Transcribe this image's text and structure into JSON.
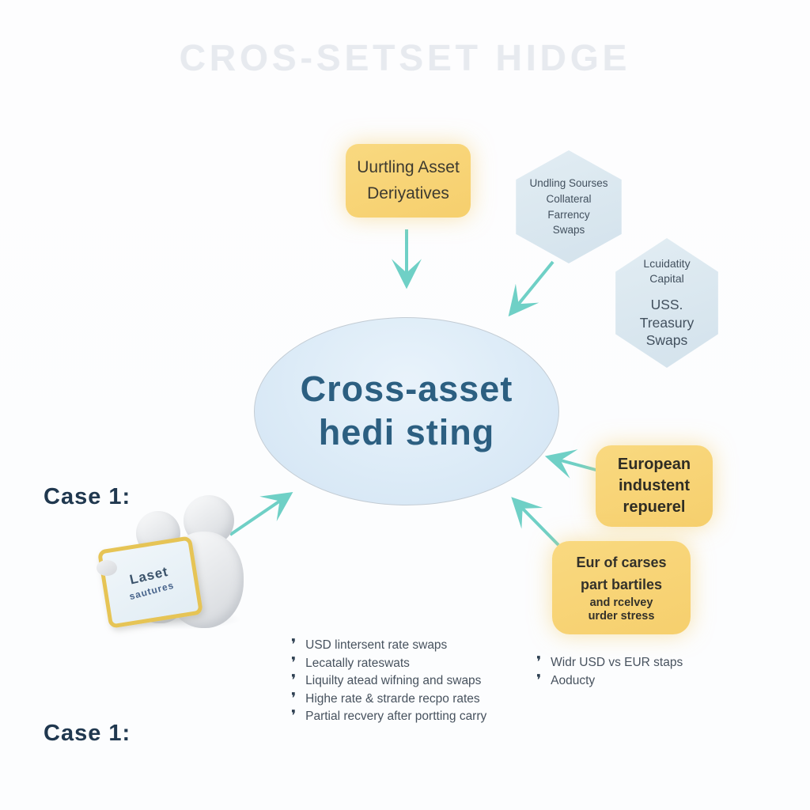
{
  "title": "CROS-SETSET HIDGE",
  "colors": {
    "accent_teal": "#6fd0c6",
    "node_yellow": "#f7d173",
    "hex_blue": "#d9e6ee",
    "ellipse_blue": "#dcebf7",
    "navy_label": "#20384f",
    "list_text": "#47525e",
    "center_text": "#2c5f81"
  },
  "glyphs": {
    "bullet": "❜"
  },
  "nodes": {
    "top_box": {
      "line1": "Uurtling Asset",
      "line2": "Deriyatives"
    },
    "hex_collateral": {
      "lines": [
        "Undling Sourses",
        "Collateral",
        "Farrency",
        "Swaps"
      ]
    },
    "hex_treasury": {
      "top_lines": [
        "Lcuidatity",
        "Capital"
      ],
      "bottom_lines": [
        "USS.",
        "Treasury",
        "Swaps"
      ]
    },
    "center_ellipse": {
      "line1": "Cross-asset",
      "line2": "hedi sting"
    },
    "european_box": {
      "lines": [
        "European",
        "industent",
        "repuerel"
      ]
    },
    "stress_box": {
      "lines": [
        "Eur of carses",
        "part bartiles",
        "and rcelvey",
        "urder stress"
      ]
    }
  },
  "labels": {
    "case1_top": "Case 1:",
    "case1_bottom": "Case 1:"
  },
  "figure_sign": {
    "line1": "Laset",
    "line2": "sautures"
  },
  "lists": {
    "center": {
      "items": [
        "USD lintersent rate swaps",
        "Lecatally rateswats",
        "Liquilty atead wifning and swaps",
        "Highe rate & strarde recpo rates",
        "Partial recvery after portting carry"
      ]
    },
    "right": {
      "items": [
        "Widr USD vs EUR staps",
        "Aoducty"
      ]
    }
  }
}
